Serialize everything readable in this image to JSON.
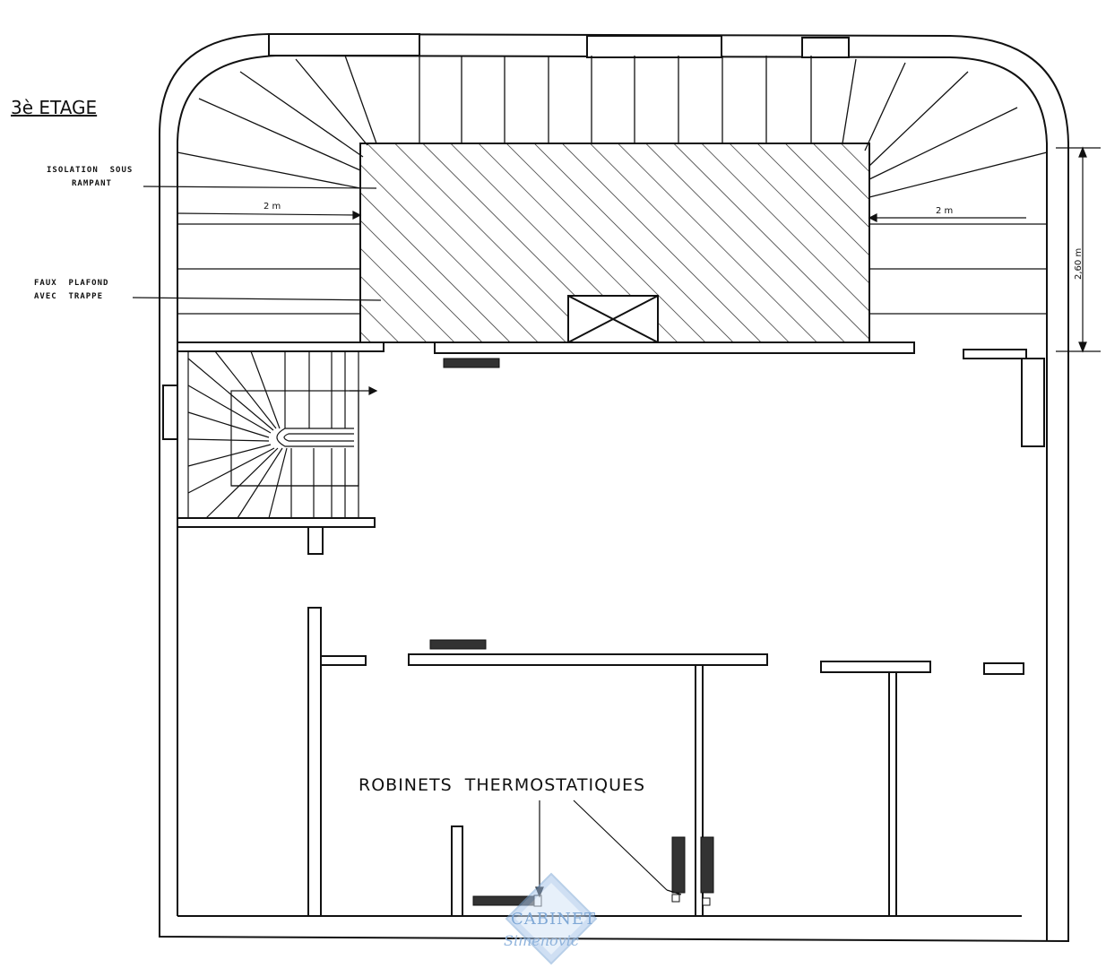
{
  "plan": {
    "title": "3è ETAGE",
    "annotations": {
      "isolation_line1": "ISOLATION  SOUS",
      "isolation_line2": "RAMPANT",
      "faux_line1": "FAUX  PLAFOND",
      "faux_line2": "AVEC  TRAPPE",
      "robinets": "ROBINETS  THERMOSTATIQUES"
    },
    "dimensions": {
      "left_width": "2 m",
      "right_width": "2 m",
      "height": "2,60 m"
    }
  },
  "watermark": {
    "word": "CABINET",
    "script": "Simenovic"
  },
  "colors": {
    "ink": "#111111",
    "hatch": "#222222",
    "watermark": "#7fa8d6"
  }
}
